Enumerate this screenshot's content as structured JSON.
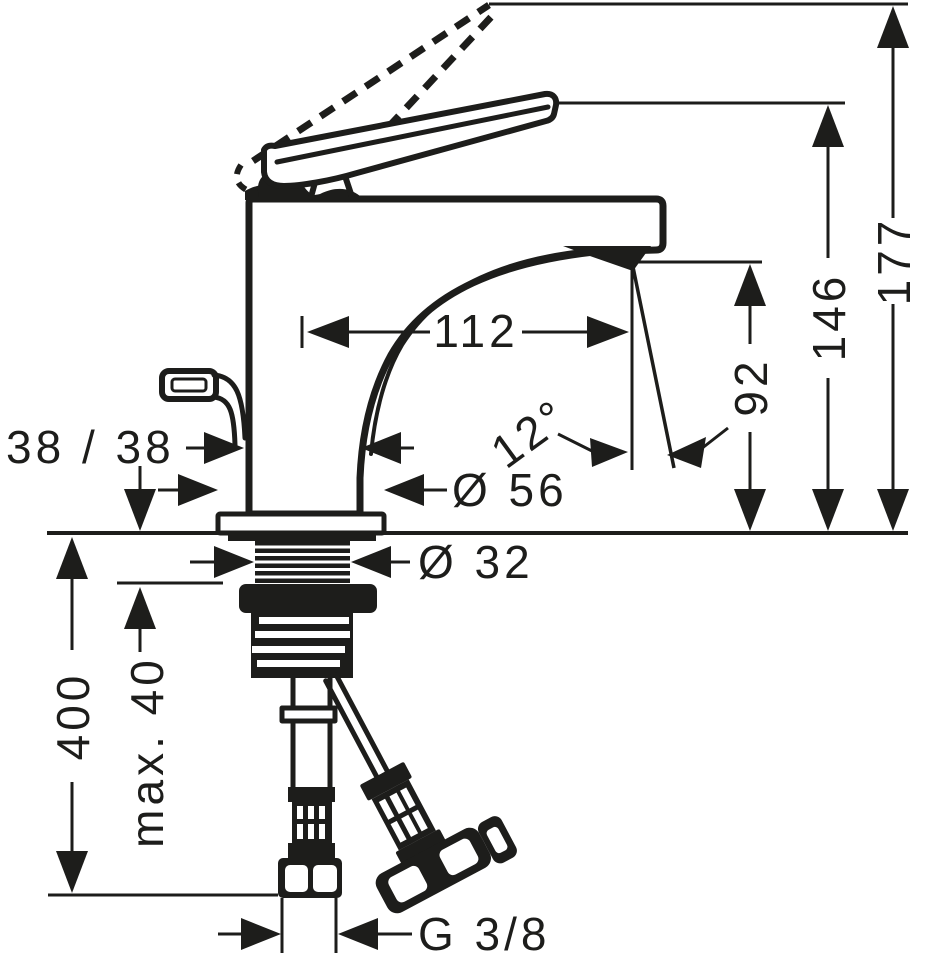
{
  "diagram": {
    "kind": "faucet-dimension-drawing",
    "labels": {
      "spout_reach": "112",
      "spout_angle": "12°",
      "outlet_height": "92",
      "handle_height": "146",
      "total_height": "177",
      "body_section": "38 / 38",
      "base_diameter": "Ø 56",
      "shank_diameter": "Ø 32",
      "hose_length": "400",
      "max_counter_thickness": "max. 40",
      "connection_thread": "G 3/8"
    },
    "colors": {
      "ink": "#1d1d1b",
      "paper": "#ffffff"
    }
  }
}
